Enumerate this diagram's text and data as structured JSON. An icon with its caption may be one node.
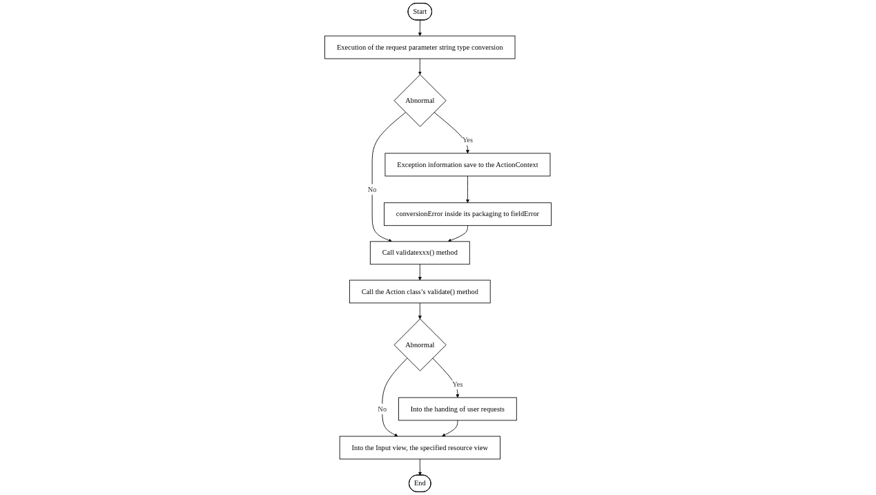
{
  "diagram": {
    "nodes": [
      {
        "text": [
          "Start"
        ]
      },
      {
        "text": [
          "Execution of the request parameter string type conversion"
        ]
      },
      {
        "text": [
          "Abnormal"
        ]
      },
      {
        "text": [
          "Exception information save to the ActionContext"
        ]
      },
      {
        "text": [
          "conversionError inside its packaging to fieldError"
        ]
      },
      {
        "text": [
          "Call validatexxx() method"
        ]
      },
      {
        "text": [
          "Call the Action class’s validate() method"
        ]
      },
      {
        "text": [
          "Abnormal"
        ]
      },
      {
        "text": [
          "Into the handing of user requests"
        ]
      },
      {
        "text": [
          "Into the Input view, the specified resource view"
        ]
      },
      {
        "text": [
          "End"
        ]
      }
    ],
    "edges": [
      {
        "from": 0,
        "to": 1,
        "arrow": "to"
      },
      {
        "from": 1,
        "to": 2,
        "arrow": "to"
      },
      {
        "from": 2,
        "to": 3,
        "arrow": "to",
        "label": "Yes"
      },
      {
        "from": 3,
        "to": 4,
        "arrow": "to"
      },
      {
        "from": 2,
        "to": 5,
        "arrow": "to",
        "label": "No"
      },
      {
        "from": 4,
        "to": 5,
        "arrow": "to"
      },
      {
        "from": 5,
        "to": 6,
        "arrow": "to"
      },
      {
        "from": 6,
        "to": 7,
        "arrow": "to"
      },
      {
        "from": 7,
        "to": 8,
        "arrow": "to",
        "label": "Yes"
      },
      {
        "from": 7,
        "to": 9,
        "arrow": "to",
        "label": "No"
      },
      {
        "from": 8,
        "to": 9,
        "arrow": "to"
      },
      {
        "from": 9,
        "to": 10,
        "arrow": "to"
      }
    ]
  }
}
